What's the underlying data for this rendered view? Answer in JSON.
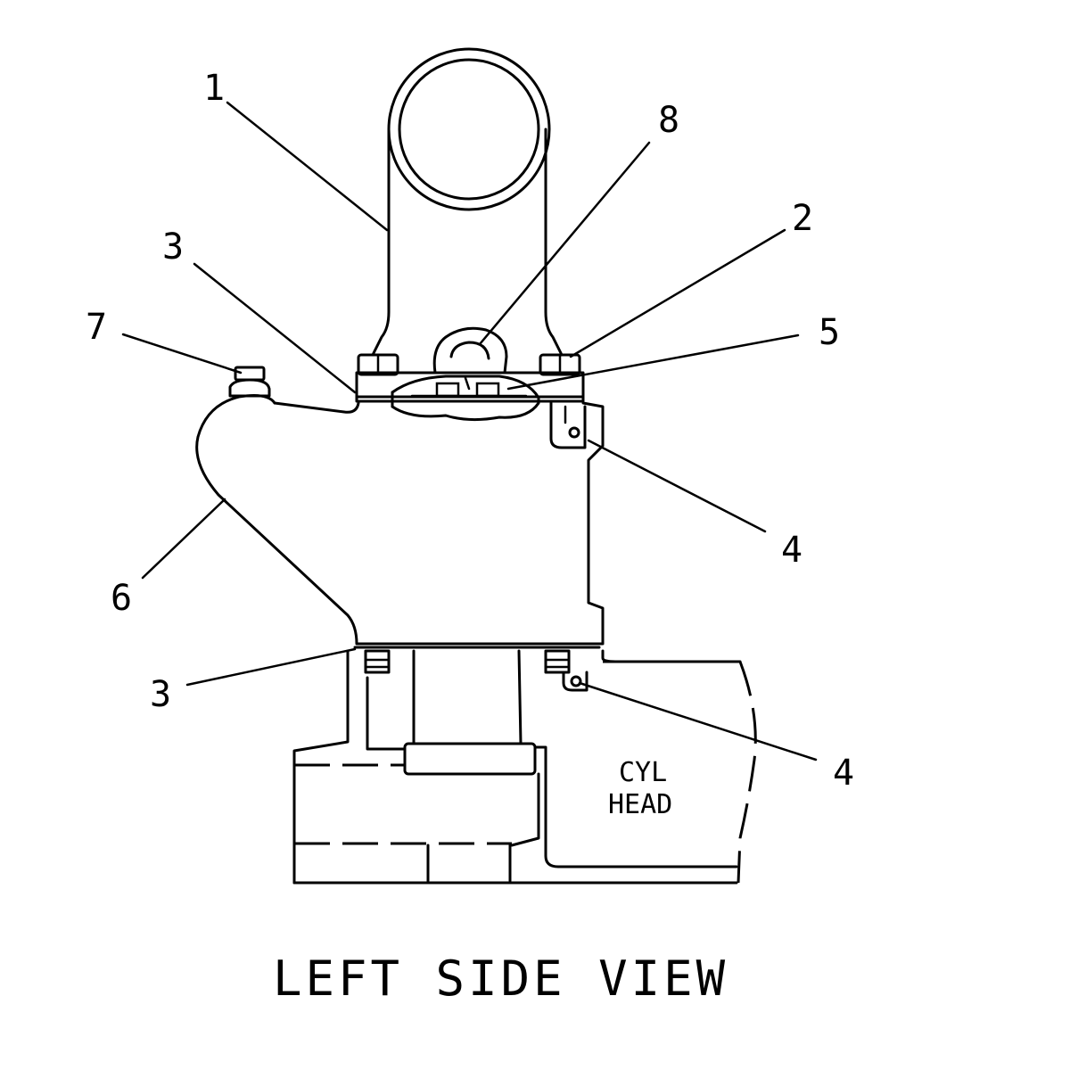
{
  "callouts": {
    "c1": "1",
    "c2": "2",
    "c3_upper": "3",
    "c3_lower": "3",
    "c4_upper": "4",
    "c4_lower": "4",
    "c5": "5",
    "c6": "6",
    "c7": "7",
    "c8": "8"
  },
  "notes": {
    "cyl_line1": "CYL",
    "cyl_line2": "HEAD"
  },
  "caption": "LEFT SIDE VIEW"
}
